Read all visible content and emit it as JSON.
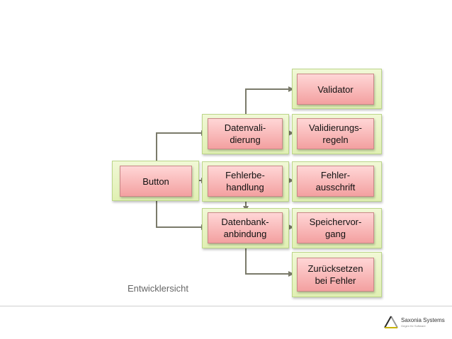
{
  "diagram": {
    "nodes": {
      "button": "Button",
      "datenvalidierung": "Datenvali-\ndierung",
      "fehlerbehandlung": "Fehlerbe-\nhandlung",
      "datenbankanbindung": "Datenbank-\nanbindung",
      "validator": "Validator",
      "validierungsregeln": "Validierungs-\nregeln",
      "fehlerausschrift": "Fehler-\nausschrift",
      "speichervorgang": "Speichervor-\ngang",
      "zuruecksetzen": "Zurücksetzen\nbei Fehler"
    },
    "caption": "Entwicklersicht"
  },
  "logo": {
    "name": "Saxonia Systems",
    "tagline": "Gegen für Software"
  },
  "colors": {
    "box_fill": "#f3a0a0",
    "box_border": "#c98888",
    "outer_fill": "#e0f0b3",
    "connector": "#7a7a6a"
  }
}
